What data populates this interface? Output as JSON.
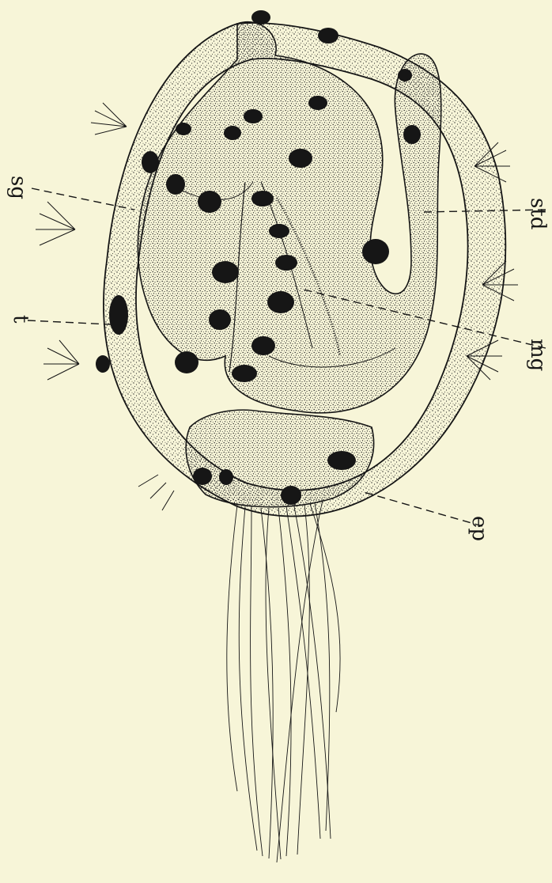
{
  "figure": {
    "background": "#f7f5d8",
    "ink": "#161616",
    "stipple": "#2a2a2a",
    "labels": [
      {
        "id": "label-sg",
        "text": "sg"
      },
      {
        "id": "label-std",
        "text": "std"
      },
      {
        "id": "label-t",
        "text": "t"
      },
      {
        "id": "label-mg",
        "text": "mg"
      },
      {
        "id": "label-ep",
        "text": "ep"
      }
    ]
  }
}
